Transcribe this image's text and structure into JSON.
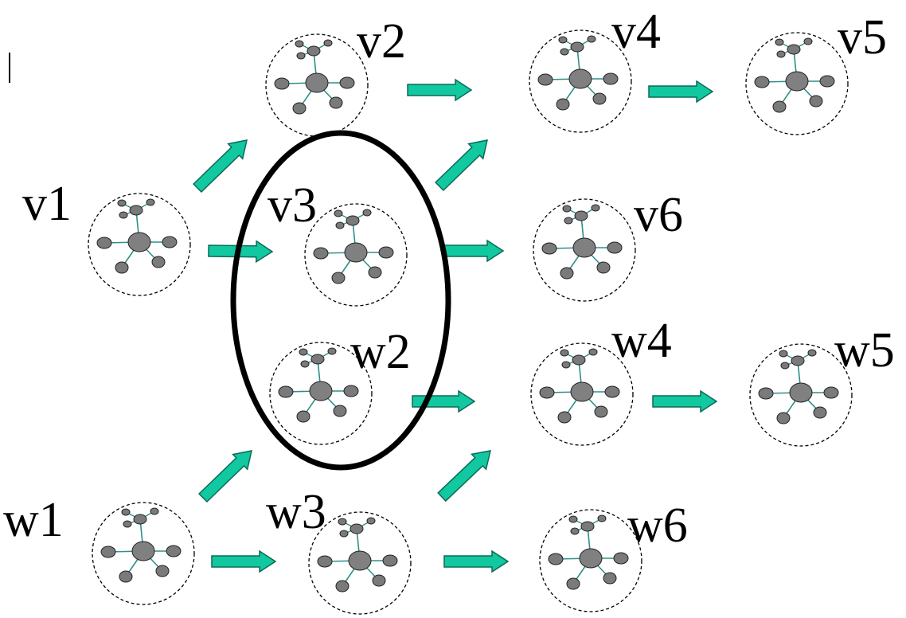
{
  "colors": {
    "arrow_fill": "#12c8a0",
    "arrow_stroke": "#0a6b55",
    "hub_fill": "#808080",
    "satellite_fill": "#7a7a7a",
    "spoke": "#2f8f8a",
    "boundary": "#000000",
    "group_ellipse": "#000000"
  },
  "nodes": [
    {
      "id": "v1",
      "label": "v1"
    },
    {
      "id": "v2",
      "label": "v2"
    },
    {
      "id": "v3",
      "label": "v3"
    },
    {
      "id": "v4",
      "label": "v4"
    },
    {
      "id": "v5",
      "label": "v5"
    },
    {
      "id": "v6",
      "label": "v6"
    },
    {
      "id": "w1",
      "label": "w1"
    },
    {
      "id": "w2",
      "label": "w2"
    },
    {
      "id": "w3",
      "label": "w3"
    },
    {
      "id": "w4",
      "label": "w4"
    },
    {
      "id": "w5",
      "label": "w5"
    },
    {
      "id": "w6",
      "label": "w6"
    }
  ],
  "edges": [
    {
      "from": "v1",
      "to": "v2"
    },
    {
      "from": "v1",
      "to": "v3"
    },
    {
      "from": "v2",
      "to": "v4"
    },
    {
      "from": "v3",
      "to": "v4"
    },
    {
      "from": "v3",
      "to": "v6"
    },
    {
      "from": "v4",
      "to": "v5"
    },
    {
      "from": "w1",
      "to": "w2"
    },
    {
      "from": "w1",
      "to": "w3"
    },
    {
      "from": "w2",
      "to": "w4"
    },
    {
      "from": "w3",
      "to": "w4"
    },
    {
      "from": "w3",
      "to": "w6"
    },
    {
      "from": "w4",
      "to": "w5"
    }
  ],
  "group": {
    "members": [
      "v3",
      "w2"
    ]
  }
}
